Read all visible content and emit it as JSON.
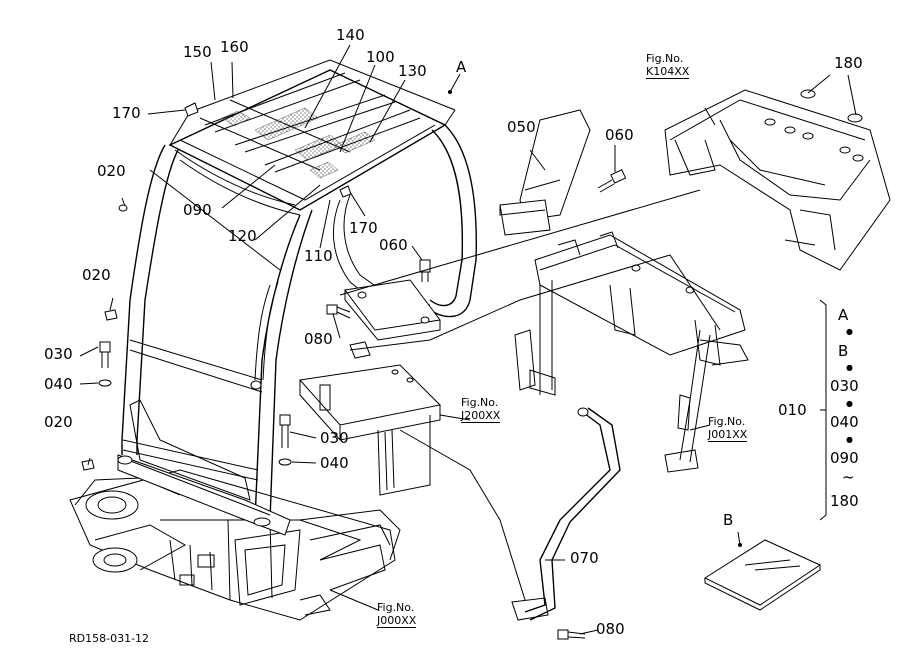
{
  "drawing_code": "RD158-031-12",
  "labels": {
    "p010": "010",
    "p020a": "020",
    "p020b": "020",
    "p020c": "020",
    "p030a": "030",
    "p030b": "030",
    "p040a": "040",
    "p040b": "040",
    "p050": "050",
    "p060a": "060",
    "p060b": "060",
    "p070": "070",
    "p080a": "080",
    "p080b": "080",
    "p090": "090",
    "p100": "100",
    "p110": "110",
    "p120": "120",
    "p130": "130",
    "p140": "140",
    "p150": "150",
    "p160": "160",
    "p170a": "170",
    "p170b": "170",
    "p180": "180",
    "refA": "A",
    "refB": "B"
  },
  "fig_refs": {
    "k104": {
      "prefix": "Fig.No.",
      "code": "K104XX"
    },
    "j200": {
      "prefix": "Fig.No.",
      "code": "J200XX"
    },
    "j001": {
      "prefix": "Fig.No.",
      "code": "J001XX"
    },
    "j000": {
      "prefix": "Fig.No.",
      "code": "J000XX"
    }
  },
  "kit_list": {
    "items": [
      "A",
      "B",
      "030",
      "040",
      "090",
      "180"
    ],
    "range_mark": "~"
  }
}
